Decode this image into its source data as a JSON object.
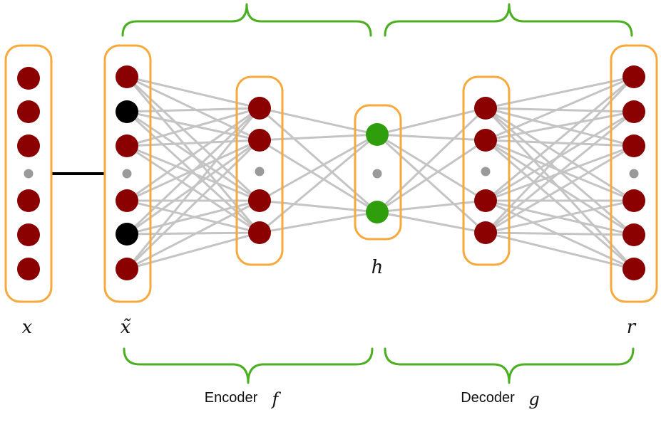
{
  "colors": {
    "layer_border": "#f7a93b",
    "neuron_red": "#8b0000",
    "neuron_black": "#000000",
    "neuron_green": "#2e9e0c",
    "dot_gray": "#9a9a9a",
    "edge_gray": "#c4c4c4",
    "brace_green": "#4caf22",
    "link_black": "#000000"
  },
  "labels": {
    "x": "x",
    "x_tilde": "x̃",
    "h": "h",
    "r": "r",
    "encoder": "Encoder",
    "encoder_fn": "f",
    "decoder": "Decoder",
    "decoder_fn": "g"
  },
  "layers": [
    {
      "name": "input-x",
      "nodes": [
        "red",
        "red",
        "red",
        "dot",
        "red",
        "red",
        "red"
      ]
    },
    {
      "name": "corrupted-input",
      "nodes": [
        "red",
        "black",
        "red",
        "dot",
        "red",
        "black",
        "red"
      ]
    },
    {
      "name": "encoder-hidden",
      "nodes": [
        "red",
        "red",
        "dot",
        "red",
        "red"
      ]
    },
    {
      "name": "code-h",
      "nodes": [
        "green",
        "dot",
        "green"
      ]
    },
    {
      "name": "decoder-hidden",
      "nodes": [
        "red",
        "red",
        "dot",
        "red",
        "red"
      ]
    },
    {
      "name": "reconstruction-r",
      "nodes": [
        "red",
        "red",
        "red",
        "dot",
        "red",
        "red",
        "red"
      ]
    }
  ]
}
